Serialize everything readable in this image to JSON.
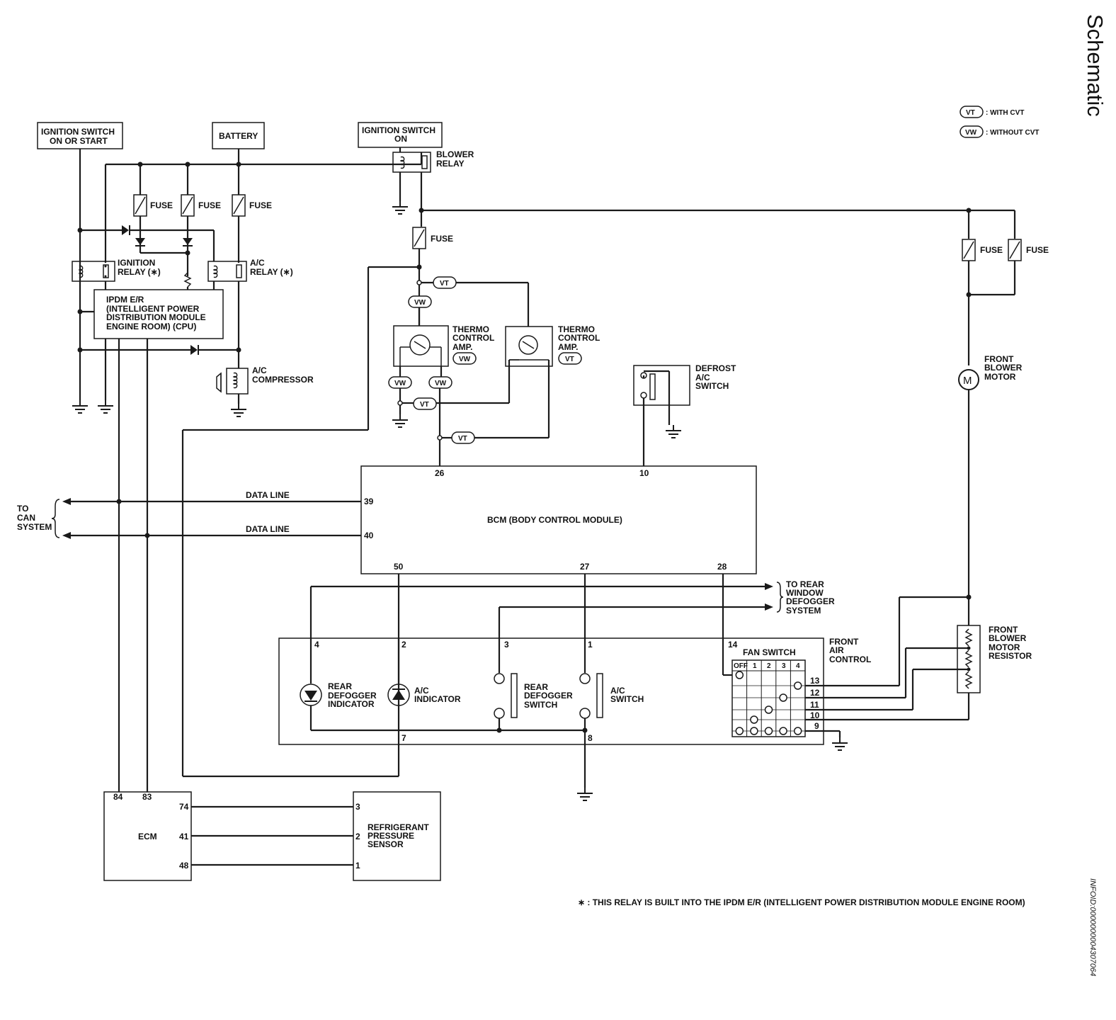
{
  "page": {
    "title": "Schematic",
    "info_id": "INFOID:0000000004307064",
    "footnote": "∗ : THIS RELAY IS BUILT INTO THE IPDM E/R (INTELLIGENT POWER DISTRIBUTION MODULE ENGINE ROOM)"
  },
  "legend": {
    "vt_tag": "VT",
    "vt_text": ": WITH CVT",
    "vw_tag": "VW",
    "vw_text": ": WITHOUT CVT"
  },
  "tags": {
    "vt": "VT",
    "vw": "VW"
  },
  "sources": {
    "ign_on_start": [
      "IGNITION SWITCH",
      "ON OR START"
    ],
    "battery": "BATTERY",
    "ign_on": [
      "IGNITION SWITCH",
      "ON"
    ]
  },
  "components": {
    "fuse": "FUSE",
    "ignition_relay": [
      "IGNITION",
      "RELAY (∗)"
    ],
    "ac_relay": [
      "A/C",
      "RELAY (∗)"
    ],
    "ipdm": [
      "IPDM E/R",
      "(INTELLIGENT POWER",
      "DISTRIBUTION MODULE",
      "ENGINE ROOM) (CPU)"
    ],
    "ac_compressor": [
      "A/C",
      "COMPRESSOR"
    ],
    "blower_relay": [
      "BLOWER",
      "RELAY"
    ],
    "thermo_amp": [
      "THERMO",
      "CONTROL",
      "AMP."
    ],
    "defrost_switch": [
      "DEFROST",
      "A/C",
      "SWITCH"
    ],
    "front_blower_motor": [
      "FRONT",
      "BLOWER",
      "MOTOR"
    ],
    "motor_symbol": "M",
    "bcm": "BCM (BODY CONTROL MODULE)",
    "data_line": "DATA LINE",
    "to_can": [
      "TO",
      "CAN",
      "SYSTEM"
    ],
    "to_rear": [
      "TO REAR",
      "WINDOW",
      "DEFOGGER",
      "SYSTEM"
    ],
    "front_air_control": [
      "FRONT",
      "AIR",
      "CONTROL"
    ],
    "fan_switch": "FAN SWITCH",
    "fan_positions": [
      "OFF",
      "1",
      "2",
      "3",
      "4"
    ],
    "front_blower_motor_resistor": [
      "FRONT",
      "BLOWER",
      "MOTOR",
      "RESISTOR"
    ],
    "rear_defogger_indicator": [
      "REAR",
      "DEFOGGER",
      "INDICATOR"
    ],
    "ac_indicator": [
      "A/C",
      "INDICATOR"
    ],
    "rear_defogger_switch": [
      "REAR",
      "DEFOGGER",
      "SWITCH"
    ],
    "ac_switch": [
      "A/C",
      "SWITCH"
    ],
    "ecm": "ECM",
    "refrigerant_sensor": [
      "REFRIGERANT",
      "PRESSURE",
      "SENSOR"
    ]
  },
  "pins": {
    "bcm_26": "26",
    "bcm_10": "10",
    "bcm_39": "39",
    "bcm_40": "40",
    "bcm_50": "50",
    "bcm_27": "27",
    "bcm_28": "28",
    "fac_4": "4",
    "fac_2": "2",
    "fac_3": "3",
    "fac_1": "1",
    "fac_14": "14",
    "fac_7": "7",
    "fac_8": "8",
    "fan_13": "13",
    "fan_12": "12",
    "fan_11": "11",
    "fan_10": "10",
    "fan_9": "9",
    "ecm_84": "84",
    "ecm_83": "83",
    "ecm_74": "74",
    "ecm_41": "41",
    "ecm_48": "48",
    "rps_3": "3",
    "rps_2": "2",
    "rps_1": "1"
  }
}
